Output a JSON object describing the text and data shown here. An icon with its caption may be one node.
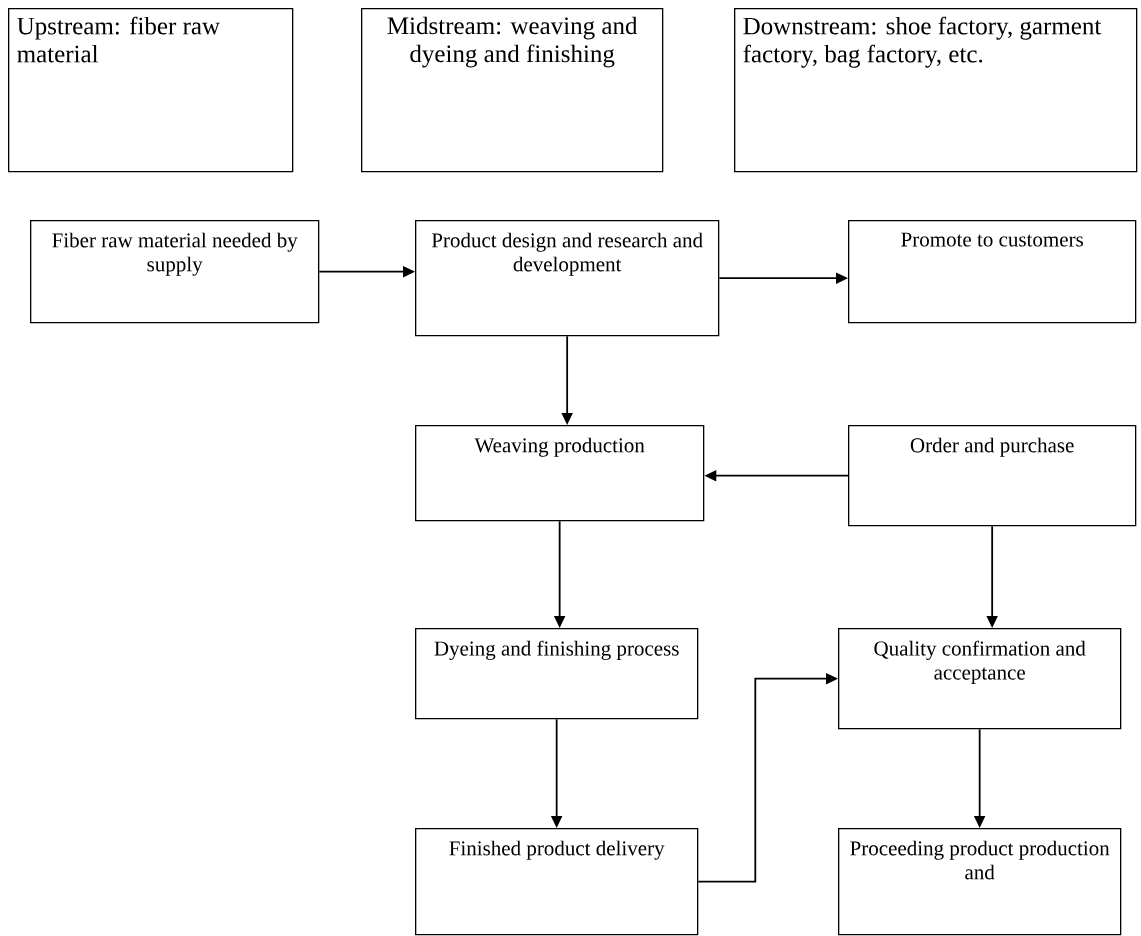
{
  "diagram": {
    "nodes": [
      {
        "text": [
          "Upstream: fiber raw material"
        ]
      },
      {
        "text": [
          "Midstream: weaving and dyeing and finishing"
        ]
      },
      {
        "text": [
          "Downstream: shoe factory, garment factory, bag factory, etc."
        ]
      },
      {
        "text": [
          "Fiber raw material needed by supply"
        ]
      },
      {
        "text": [
          "Product design and research and development"
        ]
      },
      {
        "text": [
          "Promote to customers"
        ]
      },
      {
        "text": [
          "Weaving production"
        ]
      },
      {
        "text": [
          "Order and purchase"
        ]
      },
      {
        "text": [
          "Dyeing and finishing process"
        ]
      },
      {
        "text": [
          "Quality confirmation and acceptance"
        ]
      },
      {
        "text": [
          "Finished product delivery"
        ]
      },
      {
        "text": [
          "Proceeding product production and"
        ]
      }
    ],
    "edges": [
      {
        "from": 3,
        "to": 4,
        "arrow": "to"
      },
      {
        "from": 4,
        "to": 5,
        "arrow": "to"
      },
      {
        "from": 4,
        "to": 6,
        "arrow": "to"
      },
      {
        "from": 7,
        "to": 6,
        "arrow": "to"
      },
      {
        "from": 6,
        "to": 8,
        "arrow": "to"
      },
      {
        "from": 7,
        "to": 9,
        "arrow": "to"
      },
      {
        "from": 8,
        "to": 10,
        "arrow": "to"
      },
      {
        "from": 10,
        "to": 9,
        "arrow": "to"
      },
      {
        "from": 9,
        "to": 11,
        "arrow": "to"
      }
    ]
  }
}
